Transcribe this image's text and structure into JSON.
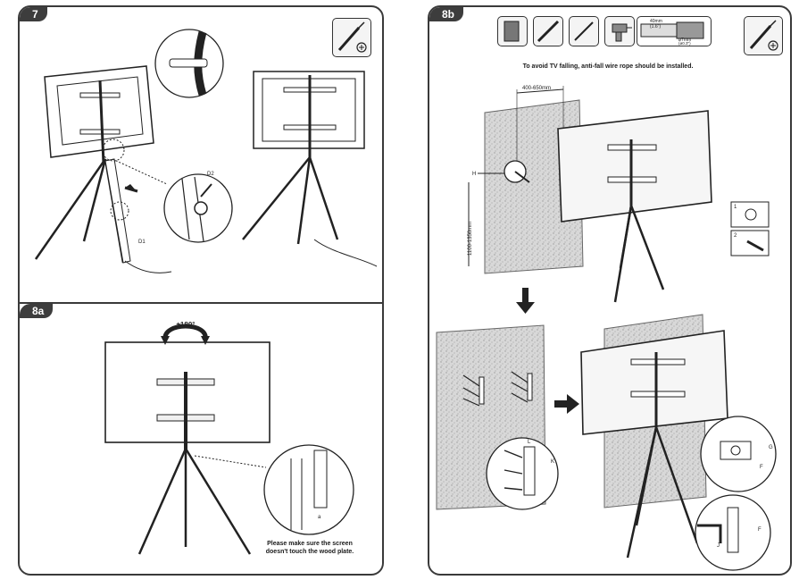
{
  "steps": {
    "s7": "7",
    "s8a": "8a",
    "s8b": "8b"
  },
  "labels": {
    "d1": "D1",
    "d2": "D2",
    "h": "H",
    "l": "L",
    "k": "K",
    "g": "G",
    "f1": "F",
    "f2": "F",
    "j": "J",
    "a": "a",
    "sub1": "1",
    "sub2": "2"
  },
  "rotation_label": "±180°",
  "notes": {
    "screen_line1": "Please make sure the screen",
    "screen_line2": "doesn't touch the wood plate.",
    "antifall": "To avoid TV falling, anti-fall wire rope should be installed."
  },
  "dimensions": {
    "width_range": "400-650mm",
    "height_range": "1100-1350mm",
    "drill_depth": "40mm",
    "drill_depth_in": "(1.6\")",
    "drill_diameter": "ø7mm",
    "drill_diameter_in": "(ø0.3\")"
  },
  "icons": [
    "screwdriver-icon",
    "wall-icon",
    "level-icon",
    "pencil-icon",
    "drill-icon",
    "drill-depth-icon"
  ]
}
